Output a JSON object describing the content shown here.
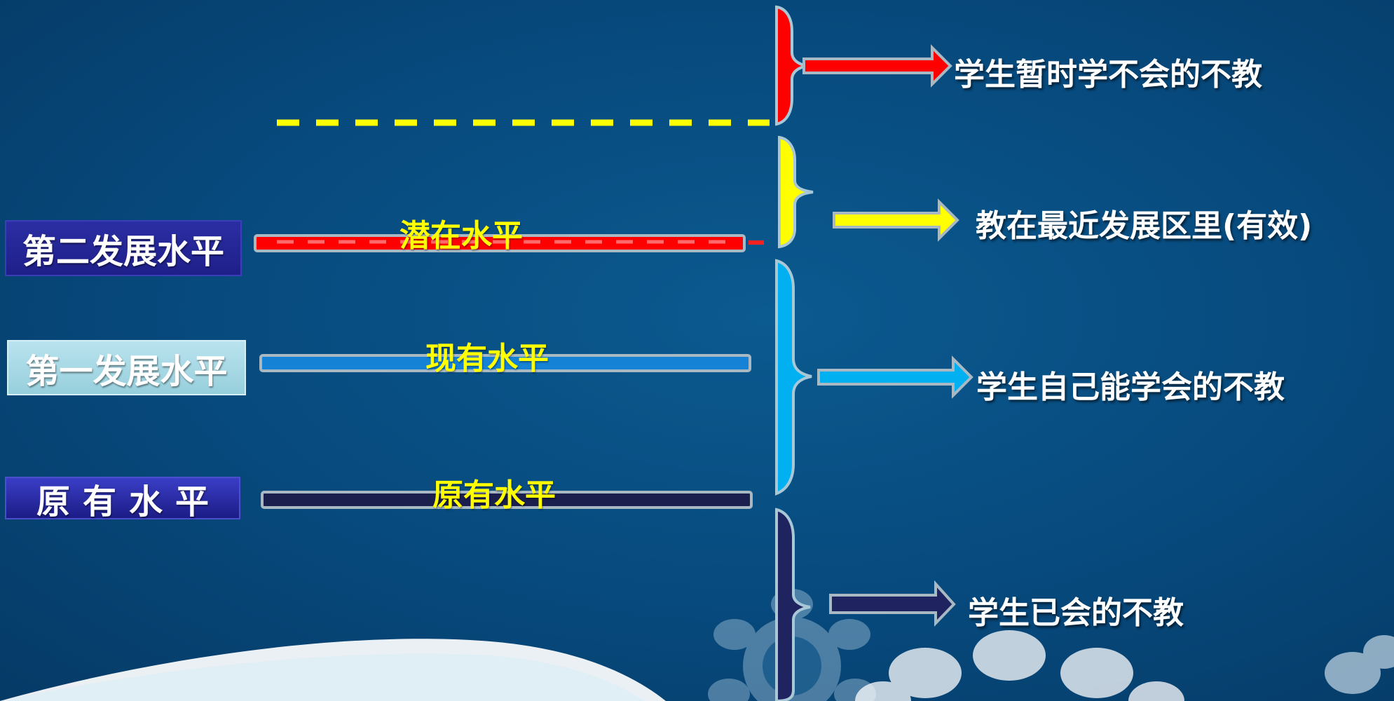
{
  "levels": {
    "second": {
      "label": "第二发展水平",
      "title": "潜在水平",
      "bar_color": "#ff0000"
    },
    "first": {
      "label": "第一发展水平",
      "title": "现有水平",
      "bar_color": "#1582d6"
    },
    "original": {
      "label": "原有水平",
      "title": "原有水平",
      "bar_color": "#1a1f4d"
    }
  },
  "outcomes": [
    {
      "text": "学生暂时学不会的不教",
      "color": "#ff0000"
    },
    {
      "text": "教在最近发展区里(有效)",
      "color": "#ffff00"
    },
    {
      "text": "学生自己能学会的不教",
      "color": "#00b0f0"
    },
    {
      "text": "学生已会的不教",
      "color": "#1f2360"
    }
  ],
  "colors": {
    "background": "#064a7c",
    "dashed_line": "#ffff00",
    "label_text": "#ffffff",
    "title_text": "#ffff00"
  }
}
